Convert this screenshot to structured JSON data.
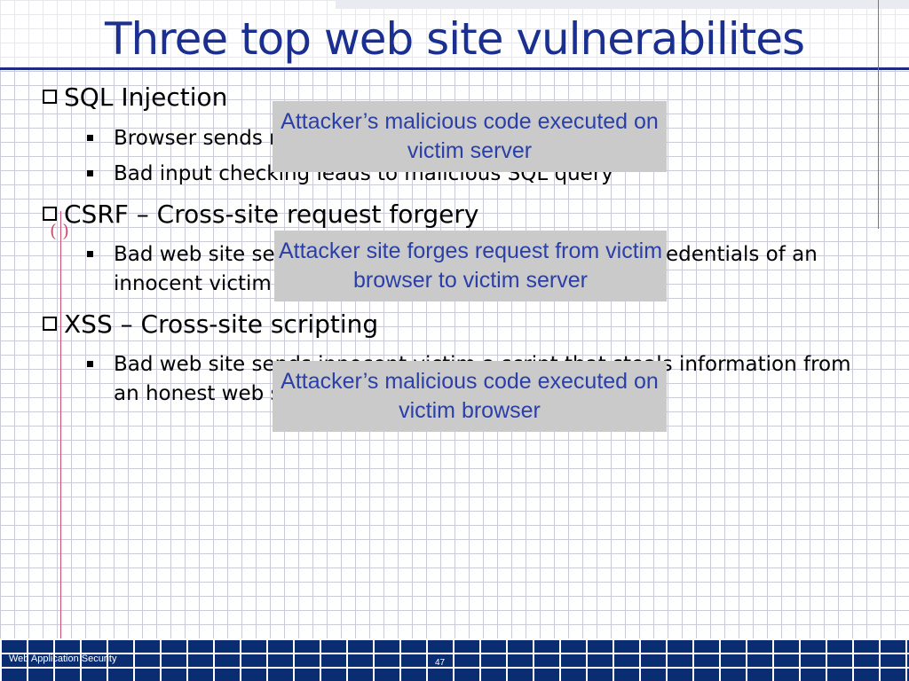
{
  "slide": {
    "title": "Three top web site vulnerabilites",
    "sections": [
      {
        "heading": "SQL Injection",
        "bullets": [
          "Browser sends malicious input to server",
          "Bad input checking leads to malicious SQL query"
        ]
      },
      {
        "heading": "CSRF – Cross-site request forgery",
        "bullets": [
          "Bad web site sends request to good web site, using credentials of an innocent victim who “visits” site"
        ]
      },
      {
        "heading": "XSS – Cross-site scripting",
        "bullets": [
          "Bad web site sends innocent victim a script that steals information from an honest web site"
        ]
      }
    ],
    "callouts": [
      "Attacker’s malicious code executed on victim server",
      "Attacker site forges request from victim browser to victim server",
      "Attacker’s malicious code executed on victim browser"
    ]
  },
  "footer": {
    "course": "Web Application Security",
    "page_number": "47"
  },
  "colors": {
    "title": "#1a2f8f",
    "callout_text": "#2b3fa8",
    "callout_bg": "#cacaca",
    "footer_bg": "#0a2d72",
    "margin_line": "#cc4f72"
  }
}
